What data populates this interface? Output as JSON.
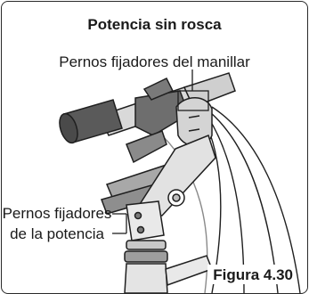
{
  "title": "Potencia sin rosca",
  "labels": {
    "handlebar_bolts": "Pernos fijadores del manillar",
    "stem_bolts": "Pernos fijadores de la potencia"
  },
  "figure_label": "Figura 4.30",
  "colors": {
    "frame_border": "#2a2a2a",
    "metal_light": "#d9d9d9",
    "metal_mid": "#a8a8a8",
    "grip_dark": "#5a5a5a",
    "line": "#1f1f1f"
  }
}
